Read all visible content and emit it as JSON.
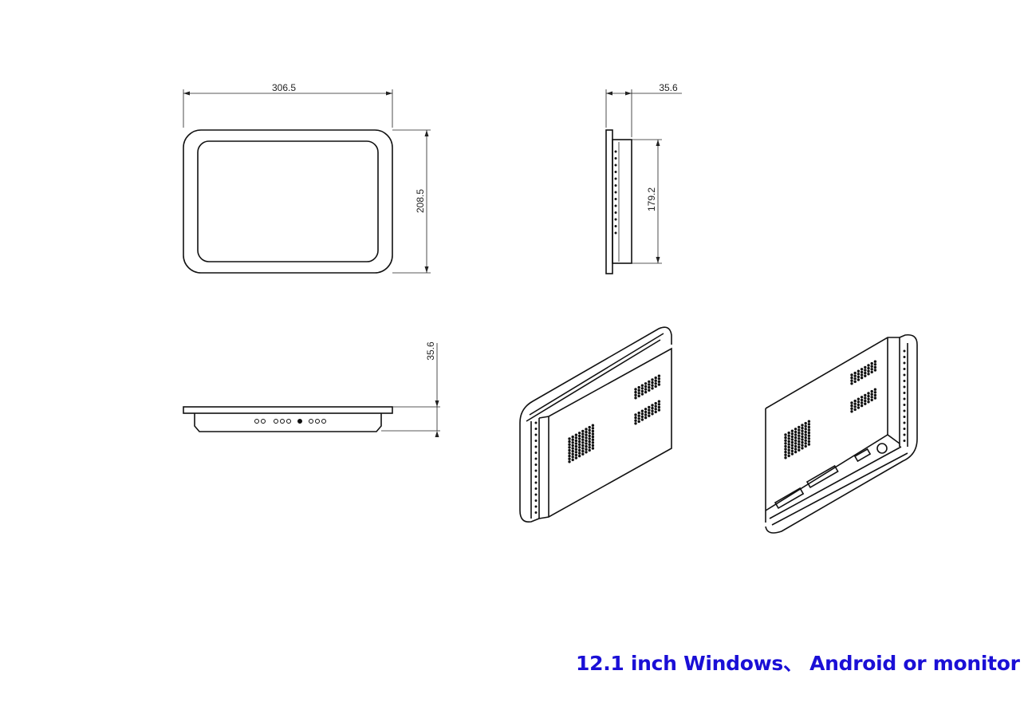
{
  "dimensions": {
    "front_width": "306.5",
    "front_height": "208.5",
    "side_depth": "35.6",
    "side_height": "179.2",
    "bottom_depth": "35.6"
  },
  "caption": "12.1 inch Windows、 Android or monitor",
  "colors": {
    "caption": "#1a0fd6",
    "line": "#111111"
  }
}
